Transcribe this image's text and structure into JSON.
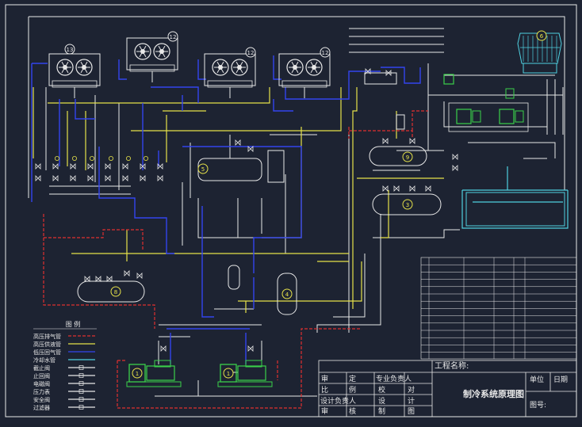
{
  "title_block": {
    "project_label": "工程名称:",
    "drawing_title": "制冷系统原理图",
    "unit_label": "单位",
    "date_label": "日期",
    "drawing_no_label": "图号:",
    "rows": [
      [
        "审",
        "定",
        "专业负责人",
        ""
      ],
      [
        "比",
        "例",
        "校",
        "对"
      ],
      [
        "设计负责人",
        "",
        "设",
        "计"
      ],
      [
        "审",
        "核",
        "制",
        "图"
      ]
    ]
  },
  "legend": {
    "header": "图 例",
    "items": [
      "高压排气管",
      "高压供液管",
      "低压回气管",
      "冷却水管",
      "截止阀",
      "止回阀",
      "电磁阀",
      "压力表",
      "安全阀",
      "过滤器"
    ]
  },
  "equipment_numbers": {
    "condensers": [
      "13",
      "12",
      "12",
      "12"
    ],
    "cooling_tower": "6",
    "oil_separator": "5",
    "receiver": "8",
    "tanks": [
      "9",
      "3"
    ],
    "small_vessel": "4",
    "compressors": [
      "1",
      "1"
    ]
  },
  "colors": {
    "background": "#1d2332",
    "frame": "#e8e8e8",
    "high_pressure": "#e03030",
    "liquid": "#e6e24a",
    "suction": "#3344ee",
    "water": "#4fd0e0",
    "white_pipe": "#e8e8e8",
    "green_equipment": "#3ad04a"
  }
}
